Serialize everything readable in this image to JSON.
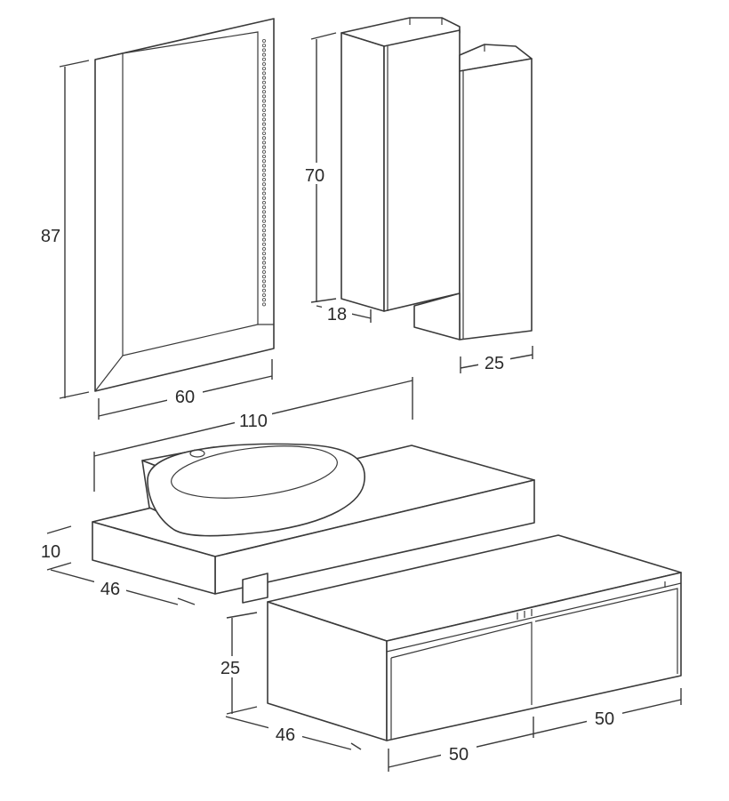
{
  "diagram": {
    "mirror": {
      "height_label": "87",
      "width_label": "60"
    },
    "wall_units": {
      "height_label": "70",
      "depth_label": "18",
      "width_label": "25"
    },
    "top": {
      "width_label": "110",
      "thickness_label": "10",
      "depth_label": "46"
    },
    "base_unit": {
      "height_label": "25",
      "depth_label": "46",
      "drawer_left_label": "50",
      "drawer_right_label": "50"
    },
    "colors": {
      "line": "#3a3a3a",
      "background": "#ffffff"
    }
  }
}
